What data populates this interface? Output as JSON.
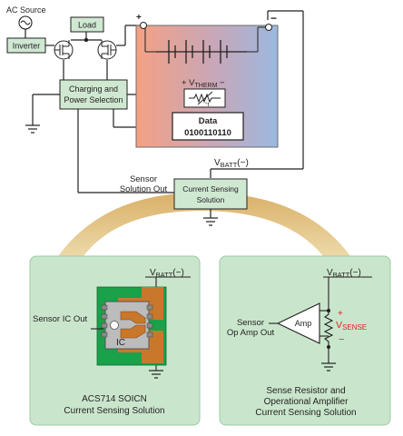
{
  "top": {
    "ac_source": "AC Source",
    "inverter": "Inverter",
    "load": "Load",
    "charging_line1": "Charging and",
    "charging_line2": "Power Selection",
    "data_label": "Data",
    "data_value": "0100110110",
    "plus": "+",
    "minus": "−",
    "vtherm_prefix": "+ V",
    "vtherm_sub": "THERM",
    "vtherm_suffix": " −",
    "thermistor_t": "°t",
    "vbatt": "V",
    "vbatt_sub": "BATT",
    "vbatt_suffix": "(−)",
    "sensor_out_line1": "Sensor",
    "sensor_out_line2": "Solution Out",
    "current_sensing_line1": "Current Sensing",
    "current_sensing_line2": "Solution"
  },
  "left_panel": {
    "vbatt": "V",
    "vbatt_sub": "BATT",
    "vbatt_suffix": "(−)",
    "sensor_ic_out": "Sensor IC Out",
    "ic_label": "IC",
    "caption_line1": "ACS714 SOICN",
    "caption_line2": "Current Sensing Solution"
  },
  "right_panel": {
    "vbatt": "V",
    "vbatt_sub": "BATT",
    "vbatt_suffix": "(−)",
    "sensor_line1": "Sensor",
    "sensor_line2": "Op Amp Out",
    "amp_label": "Amp",
    "vsense": "V",
    "vsense_sub": "SENSE",
    "plus": "+",
    "minus": "−",
    "caption_line1": "Sense Resistor and",
    "caption_line2": "Operational Amplifier",
    "caption_line3": "Current Sensing Solution"
  },
  "colors": {
    "box_fill": "#cfe8d2",
    "panel_fill": "#c9e6cc",
    "battery_left": "#f4a183",
    "battery_right": "#9bb8e0",
    "arc": "#d9b068",
    "vsense": "#e31e24",
    "copper": "#c9782b",
    "pcb": "#1aa14a"
  }
}
